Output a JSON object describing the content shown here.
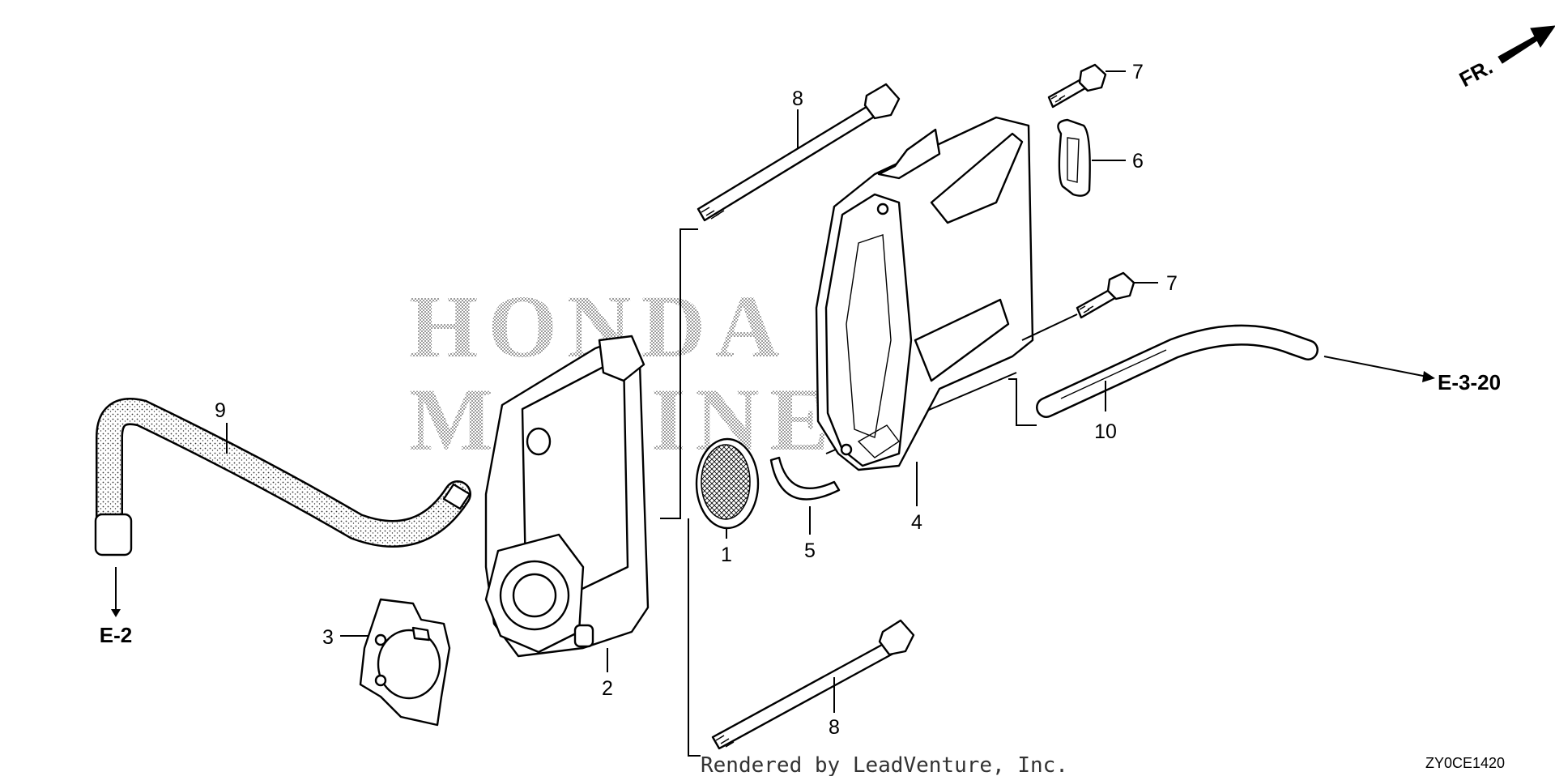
{
  "watermark": {
    "line1": "HONDA",
    "line2": "MARINE"
  },
  "direction_label": "FR.",
  "callouts": {
    "p1": "1",
    "p2": "2",
    "p3": "3",
    "p4": "4",
    "p5": "5",
    "p6": "6",
    "p7a": "7",
    "p7b": "7",
    "p8a": "8",
    "p8b": "8",
    "p9": "9",
    "p10": "10"
  },
  "references": {
    "left": "E-2",
    "right": "E-3-20"
  },
  "diagram_code": "ZY0CE1420",
  "credit": "Rendered by LeadVenture, Inc."
}
